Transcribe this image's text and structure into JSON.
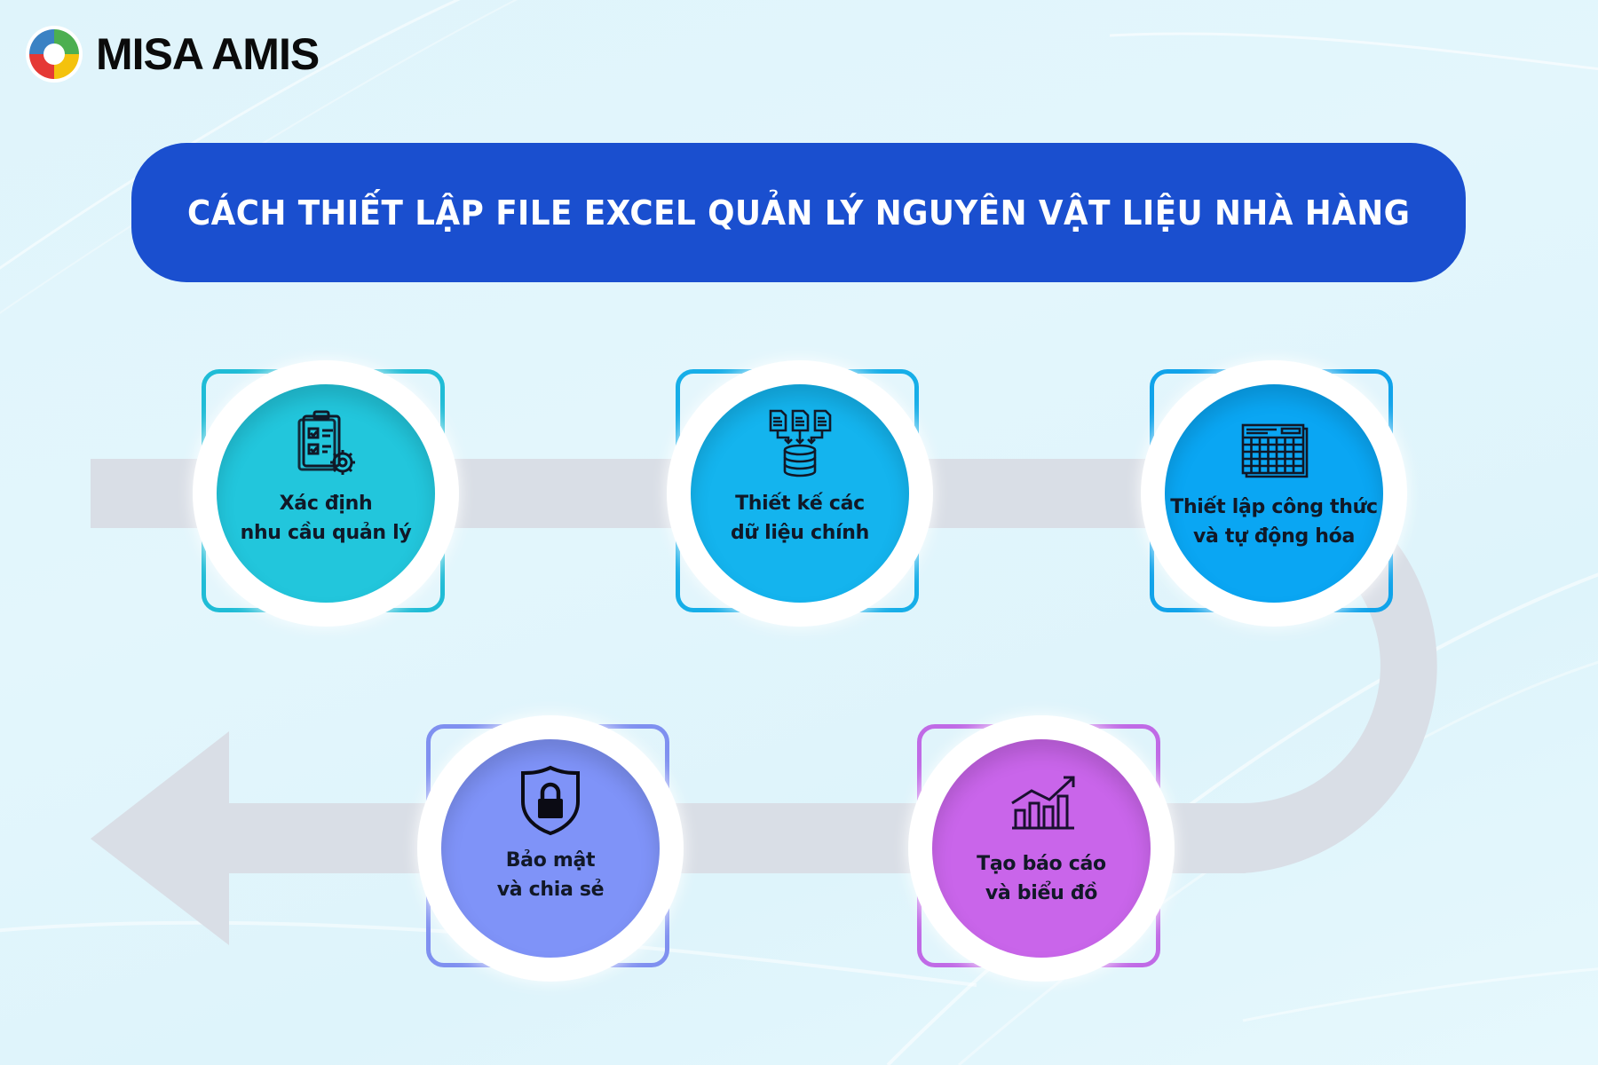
{
  "brand": {
    "name": "MISA AMIS",
    "logo_colors": [
      "#3b82c4",
      "#4caf50",
      "#f4c20d",
      "#e53935"
    ]
  },
  "header": {
    "title": "CÁCH THIẾT LẬP FILE EXCEL QUẢN LÝ NGUYÊN VẬT LIỆU NHÀ HÀNG",
    "background_color": "#1a4fcf"
  },
  "flow": {
    "track_color": "#d9dee6",
    "steps": [
      {
        "order": 1,
        "line1": "Xác định",
        "line2": "nhu cầu quản lý",
        "icon": "clipboard-checklist-gear-icon",
        "color": "#22c6dc",
        "frame_color": "#1fbcd6"
      },
      {
        "order": 2,
        "line1": "Thiết kế các",
        "line2": "dữ liệu chính",
        "icon": "documents-to-database-icon",
        "color": "#14b4ee",
        "frame_color": "#16aee8"
      },
      {
        "order": 3,
        "line1": "Thiết lập công thức",
        "line2": "và tự động hóa",
        "icon": "spreadsheet-grid-icon",
        "color": "#0aa6f3",
        "frame_color": "#10a3ea"
      },
      {
        "order": 4,
        "line1": "Tạo báo cáo",
        "line2": "và biểu đồ",
        "icon": "bar-chart-trend-icon",
        "color": "#c965ea",
        "frame_color": "#c06ae6"
      },
      {
        "order": 5,
        "line1": "Bảo mật",
        "line2": "và chia sẻ",
        "icon": "shield-lock-icon",
        "color": "#7f93f8",
        "frame_color": "#7f90f0"
      }
    ]
  }
}
